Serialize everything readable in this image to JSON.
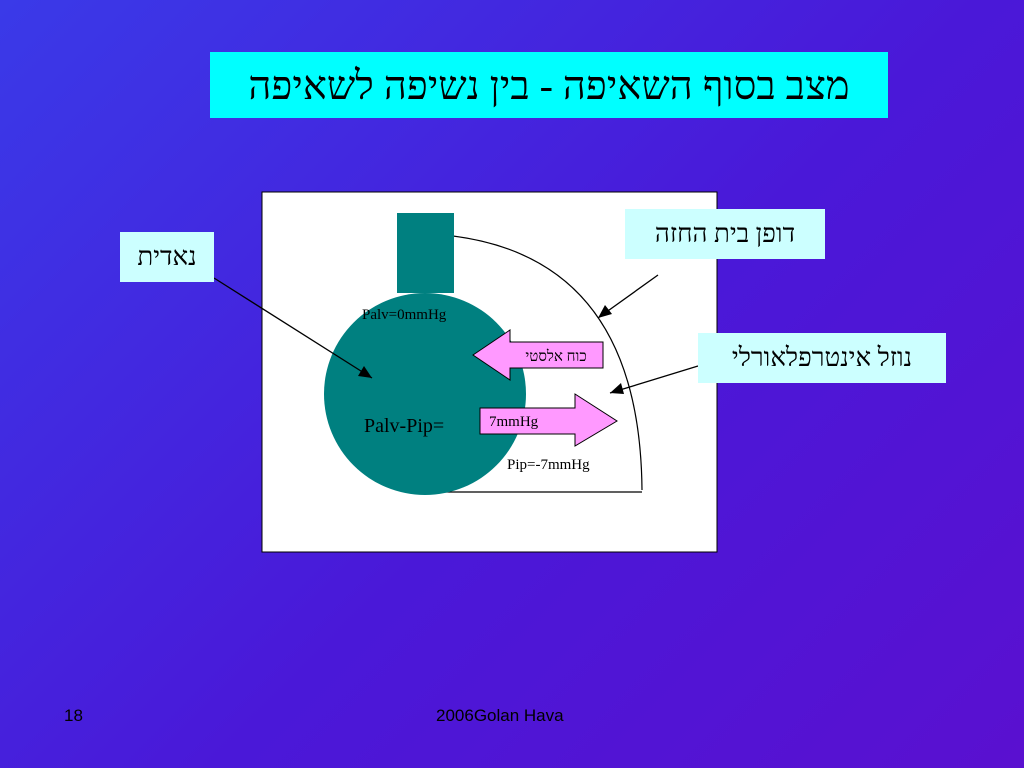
{
  "title": "מצב בסוף השאיפה - בין נשיפה לשאיפה",
  "labels": {
    "alveolus": "נאדית",
    "chest_wall": "דופן בית החזה",
    "pleural_fluid": "נוזל אינטרפלאורלי"
  },
  "diagram": {
    "palv": "Palv=0mmHg",
    "elastic_force": "כוח אלסטי",
    "palv_pip": "Palv-Pip=",
    "pressure_diff": "7mmHg",
    "pip": "Pip=-7mmHg"
  },
  "colors": {
    "title_bg": "#00ffff",
    "label_bg": "#ccffff",
    "lung": "#008080",
    "arrow_fill": "#ff99ff"
  },
  "footer": {
    "page_number": "18",
    "credit": "2006Golan Hava"
  }
}
